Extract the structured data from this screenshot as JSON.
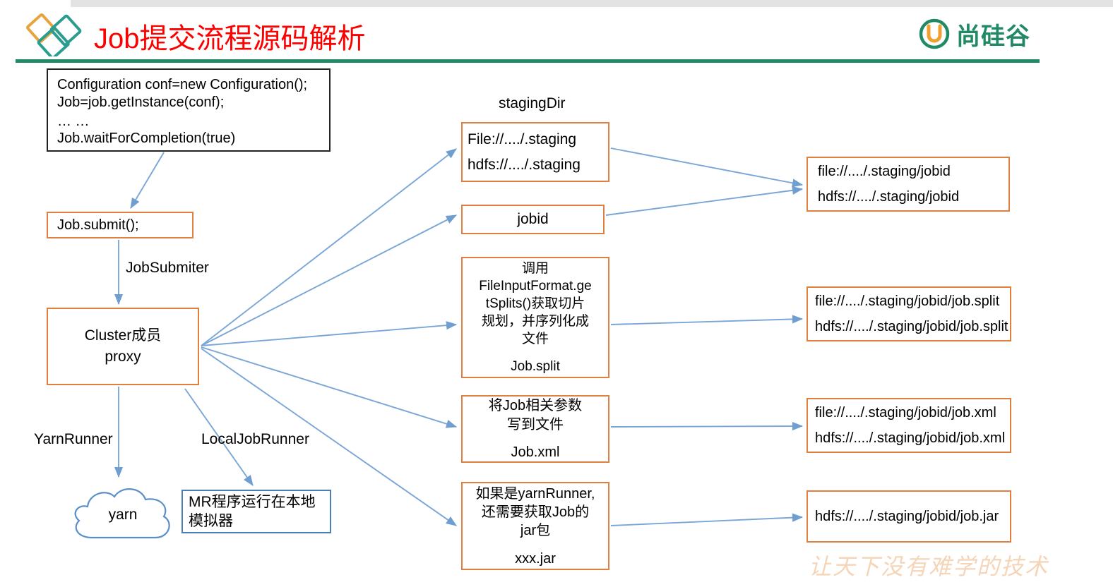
{
  "window": {
    "chrome_ghost_text": ""
  },
  "header": {
    "title": "Job提交流程源码解析",
    "title_color": "#ff0000",
    "rule_color": "#1f8a64",
    "brand_text": "尚硅谷",
    "brand_color": "#1f8a64",
    "logo_icon": "diamond-logo-icon",
    "brand_icon": "atguigu-u-icon"
  },
  "diagram": {
    "colors": {
      "box_orange": "#e08040",
      "box_black": "#222222",
      "box_blue": "#4a7ebb",
      "arrow_blue": "#7aa6d6"
    },
    "code_box": {
      "lines": [
        "Configuration conf=new Configuration();",
        "Job=job.getInstance(conf);",
        "… …",
        "Job.waitForCompletion(true)"
      ]
    },
    "job_submit_box": {
      "label": "Job.submit();"
    },
    "cluster_box": {
      "line1": "Cluster成员",
      "line2": "proxy"
    },
    "yarn_cloud": {
      "label": "yarn"
    },
    "local_box": {
      "line1": "MR程序运行在本地",
      "line2": "模拟器"
    },
    "labels": {
      "jobsubmiter": "JobSubmiter",
      "yarnrunner": "YarnRunner",
      "localjobrunner": "LocalJobRunner",
      "staging_dir": "stagingDir"
    },
    "middle_boxes": [
      {
        "name": "staging-paths",
        "lines": [
          "File://..../.staging",
          "hdfs://..../.staging"
        ]
      },
      {
        "name": "jobid",
        "lines": [
          "jobid"
        ]
      },
      {
        "name": "split-generation",
        "lines": [
          "调用",
          "FileInputFormat.ge",
          "tSplits()获取切片",
          "规划，并序列化成",
          "文件"
        ],
        "footer": "Job.split"
      },
      {
        "name": "job-params",
        "lines": [
          "将Job相关参数",
          "写到文件"
        ],
        "footer": "Job.xml"
      },
      {
        "name": "job-jar",
        "lines": [
          "如果是yarnRunner,",
          "还需要获取Job的",
          "jar包"
        ],
        "footer": "xxx.jar"
      }
    ],
    "right_boxes": [
      {
        "name": "staging-jobid-paths",
        "lines": [
          "file://..../.staging/jobid",
          "hdfs://..../.staging/jobid"
        ]
      },
      {
        "name": "job-split-paths",
        "lines": [
          "file://..../.staging/jobid/job.split",
          "hdfs://..../.staging/jobid/job.split"
        ]
      },
      {
        "name": "job-xml-paths",
        "lines": [
          "file://..../.staging/jobid/job.xml",
          "hdfs://..../.staging/jobid/job.xml"
        ]
      },
      {
        "name": "job-jar-paths",
        "lines": [
          "hdfs://..../.staging/jobid/job.jar"
        ]
      }
    ]
  },
  "watermark": {
    "text": "让天下没有难学的技术",
    "color": "#f5d5b8"
  }
}
